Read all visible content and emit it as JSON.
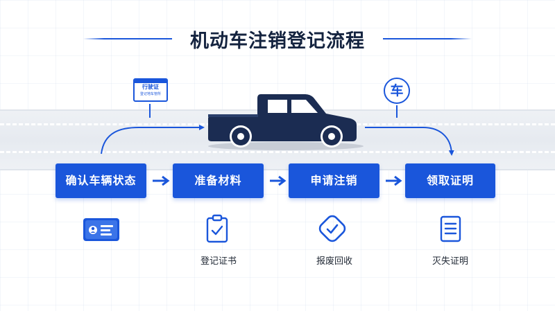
{
  "title": "机动车注销登记流程",
  "vehicle_license_card": {
    "title": "行驶证",
    "subtitle": "登记地车管所"
  },
  "car_badge": "车",
  "steps": [
    {
      "label": "确认车辆状态"
    },
    {
      "label": "准备材料"
    },
    {
      "label": "申请注销"
    },
    {
      "label": "领取证明"
    }
  ],
  "documents": [
    {
      "label": "",
      "icon": "id-card-icon"
    },
    {
      "label": "登记证书",
      "icon": "clipboard-check-icon"
    },
    {
      "label": "报废回收",
      "icon": "recycle-badge-icon"
    },
    {
      "label": "灭失证明",
      "icon": "document-icon"
    }
  ],
  "colors": {
    "accent": "#1a56db",
    "title": "#14233f",
    "truck": "#1b2c52",
    "road": "#e6eaf0"
  }
}
